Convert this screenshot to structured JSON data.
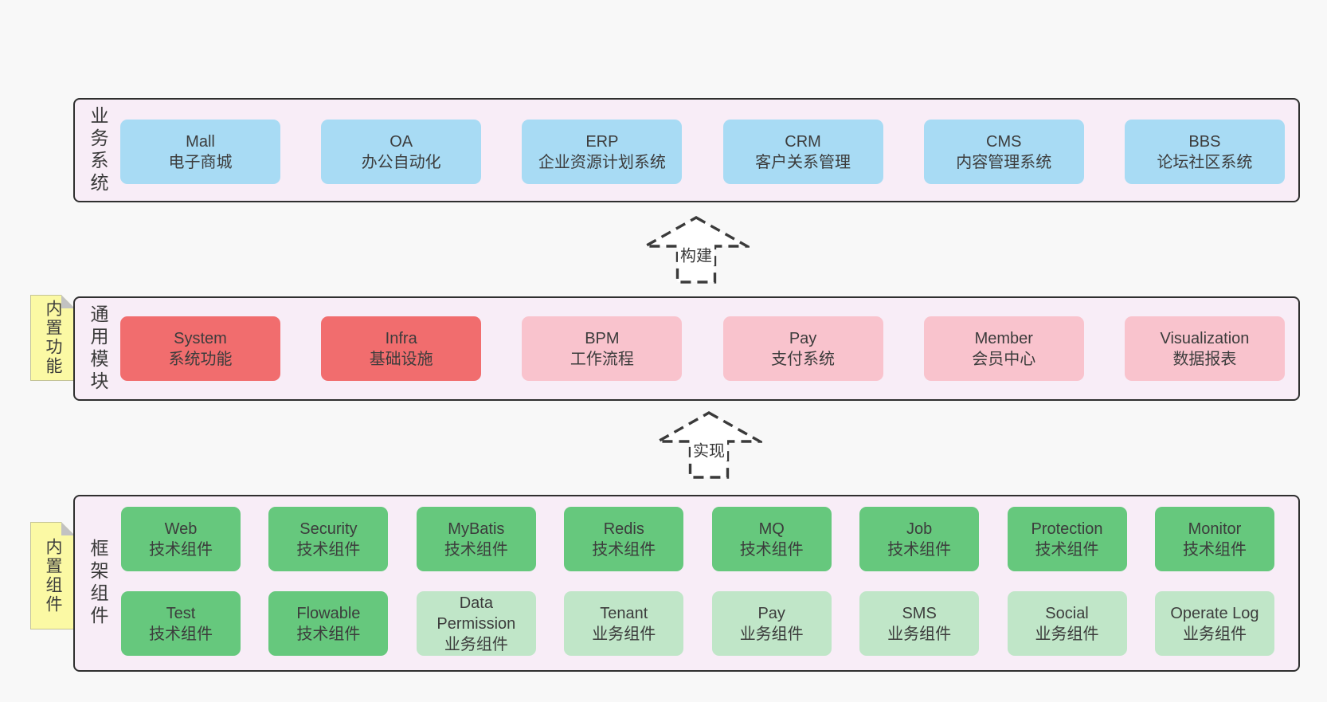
{
  "colors": {
    "page_bg": "#f8f8f8",
    "band_bg": "#f8edf7",
    "band_border": "#2f2f2f",
    "blue_box": "#a8dbf4",
    "red_box": "#f16d6e",
    "pink_box": "#f9c3cd",
    "green_box": "#66c87d",
    "light_green_box": "#c0e6c8",
    "note_yellow": "#fbf9a4",
    "note_fold_gray": "#c2c2c2",
    "text": "#3a3a3a"
  },
  "arrows": [
    {
      "label": "构建"
    },
    {
      "label": "实现"
    }
  ],
  "notes": [
    {
      "text": "内置功能"
    },
    {
      "text": "内置组件"
    }
  ],
  "bands": [
    {
      "label": "业务系统",
      "rows": [
        [
          {
            "name": "Mall",
            "subtitle": "电子商城",
            "variant": "blue"
          },
          {
            "name": "OA",
            "subtitle": "办公自动化",
            "variant": "blue"
          },
          {
            "name": "ERP",
            "subtitle": "企业资源计划系统",
            "variant": "blue"
          },
          {
            "name": "CRM",
            "subtitle": "客户关系管理",
            "variant": "blue"
          },
          {
            "name": "CMS",
            "subtitle": "内容管理系统",
            "variant": "blue"
          },
          {
            "name": "BBS",
            "subtitle": "论坛社区系统",
            "variant": "blue"
          }
        ]
      ]
    },
    {
      "label": "通用模块",
      "rows": [
        [
          {
            "name": "System",
            "subtitle": "系统功能",
            "variant": "red"
          },
          {
            "name": "Infra",
            "subtitle": "基础设施",
            "variant": "red"
          },
          {
            "name": "BPM",
            "subtitle": "工作流程",
            "variant": "pink"
          },
          {
            "name": "Pay",
            "subtitle": "支付系统",
            "variant": "pink"
          },
          {
            "name": "Member",
            "subtitle": "会员中心",
            "variant": "pink"
          },
          {
            "name": "Visualization",
            "subtitle": "数据报表",
            "variant": "pink"
          }
        ]
      ]
    },
    {
      "label": "框架组件",
      "rows": [
        [
          {
            "name": "Web",
            "subtitle": "技术组件",
            "variant": "green"
          },
          {
            "name": "Security",
            "subtitle": "技术组件",
            "variant": "green"
          },
          {
            "name": "MyBatis",
            "subtitle": "技术组件",
            "variant": "green"
          },
          {
            "name": "Redis",
            "subtitle": "技术组件",
            "variant": "green"
          },
          {
            "name": "MQ",
            "subtitle": "技术组件",
            "variant": "green"
          },
          {
            "name": "Job",
            "subtitle": "技术组件",
            "variant": "green"
          },
          {
            "name": "Protection",
            "subtitle": "技术组件",
            "variant": "green"
          },
          {
            "name": "Monitor",
            "subtitle": "技术组件",
            "variant": "green"
          }
        ],
        [
          {
            "name": "Test",
            "subtitle": "技术组件",
            "variant": "green"
          },
          {
            "name": "Flowable",
            "subtitle": "技术组件",
            "variant": "green"
          },
          {
            "name": "Data Permission",
            "subtitle": "业务组件",
            "variant": "lightgreen"
          },
          {
            "name": "Tenant",
            "subtitle": "业务组件",
            "variant": "lightgreen"
          },
          {
            "name": "Pay",
            "subtitle": "业务组件",
            "variant": "lightgreen"
          },
          {
            "name": "SMS",
            "subtitle": "业务组件",
            "variant": "lightgreen"
          },
          {
            "name": "Social",
            "subtitle": "业务组件",
            "variant": "lightgreen"
          },
          {
            "name": "Operate Log",
            "subtitle": "业务组件",
            "variant": "lightgreen"
          }
        ]
      ]
    }
  ]
}
